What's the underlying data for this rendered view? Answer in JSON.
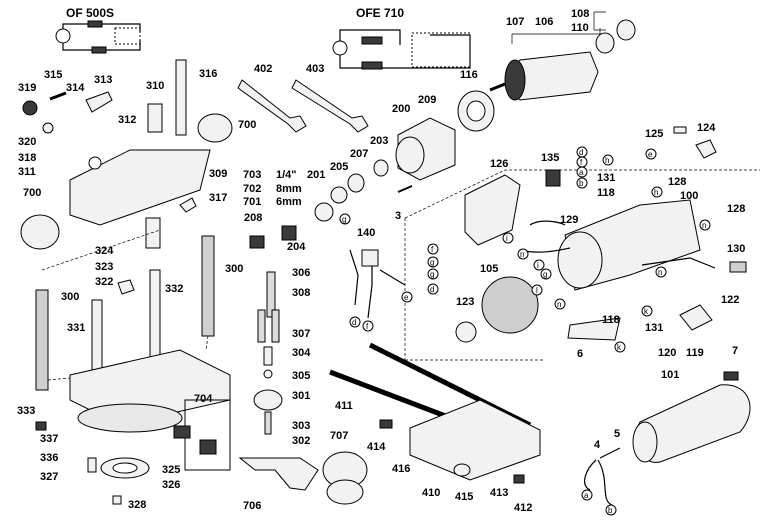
{
  "schematics": [
    {
      "id": "of500s",
      "title": "OF 500S"
    },
    {
      "id": "ofe710",
      "title": "OFE 710"
    }
  ],
  "part_numbers": {
    "p107": "107",
    "p106": "106",
    "p108": "108",
    "p110": "110",
    "p116": "116",
    "p200": "200",
    "p209": "209",
    "p203": "203",
    "p3": "3",
    "p402": "402",
    "p403": "403",
    "p316": "316",
    "p313": "313",
    "p315": "315",
    "p314": "314",
    "p319": "319",
    "p310": "310",
    "p312": "312",
    "p700a": "700",
    "p320": "320",
    "p318": "318",
    "p311": "311",
    "p309": "309",
    "p317": "317",
    "p700b": "700",
    "p125": "125",
    "p124": "124",
    "p126": "126",
    "p135": "135",
    "p131a": "131",
    "p128a": "128",
    "p118a": "118",
    "p100": "100",
    "p128b": "128",
    "p129": "129",
    "p140": "140",
    "p201": "201",
    "p205": "205",
    "p207": "207",
    "p208": "208",
    "p204": "204",
    "p324": "324",
    "p323": "323",
    "p322": "322",
    "p332": "332",
    "p300a": "300",
    "p300b": "300",
    "p306": "306",
    "p308": "308",
    "p307": "307",
    "p304": "304",
    "p305": "305",
    "p301": "301",
    "p303": "303",
    "p302": "302",
    "p331": "331",
    "p333": "333",
    "p337": "337",
    "p336": "336",
    "p327": "327",
    "p328": "328",
    "p325": "325",
    "p326": "326",
    "p704": "704",
    "p707": "707",
    "p706": "706",
    "p411": "411",
    "p414": "414",
    "p416": "416",
    "p410": "410",
    "p415": "415",
    "p413": "413",
    "p412": "412",
    "p105": "105",
    "p123": "123",
    "p130": "130",
    "p122": "122",
    "p118b": "118",
    "p131b": "131",
    "p6": "6",
    "p120": "120",
    "p119": "119",
    "p7": "7",
    "p101": "101",
    "p4": "4",
    "p5": "5"
  },
  "collets": [
    {
      "no": "703",
      "size": "1/4\""
    },
    {
      "no": "702",
      "size": "8mm"
    },
    {
      "no": "701",
      "size": "6mm"
    }
  ],
  "wire_letters": [
    "d",
    "f",
    "a",
    "b",
    "h",
    "e",
    "h",
    "g",
    "g",
    "i",
    "i",
    "f",
    "g",
    "d",
    "g",
    "e",
    "l",
    "n",
    "n",
    "n",
    "d",
    "f",
    "n",
    "k",
    "k",
    "a",
    "b"
  ]
}
